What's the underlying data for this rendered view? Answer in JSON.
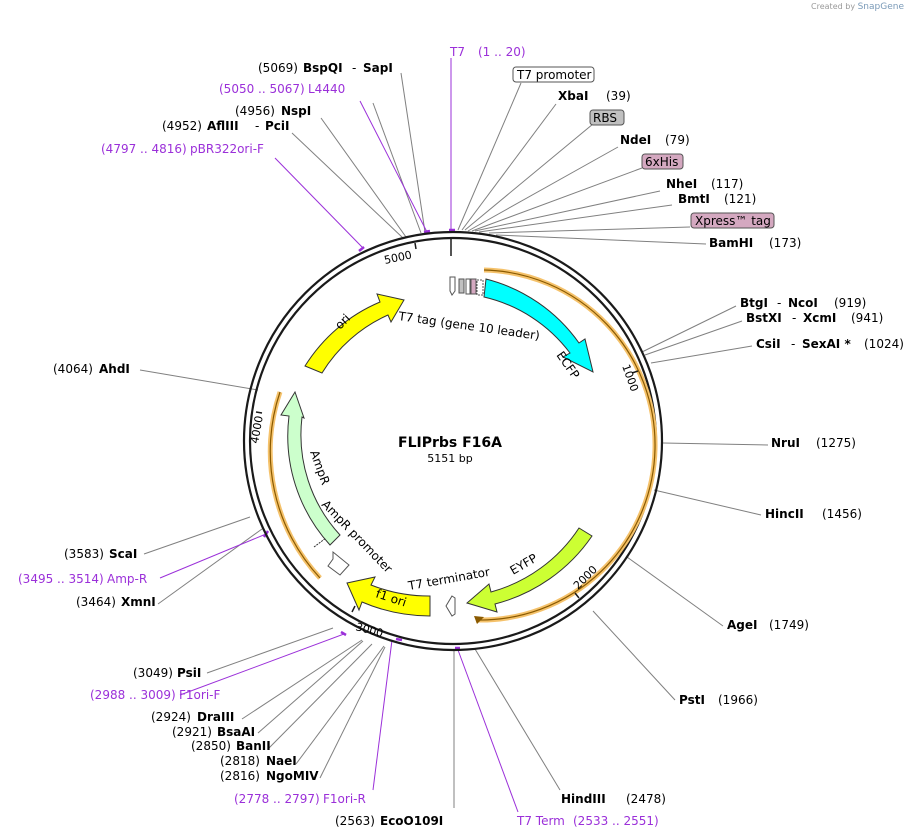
{
  "credit": {
    "prefix": "Created by",
    "brand": "SnapGene"
  },
  "plasmid": {
    "name": "FLIPrbs F16A",
    "length": "5151 bp"
  },
  "ruler": [
    "1000",
    "2000",
    "3000",
    "4000",
    "5000"
  ],
  "features": {
    "ecfp": "ECFP",
    "t7tag": "T7 tag (gene 10 leader)",
    "eyfp": "EYFP",
    "t7term": "T7 terminator",
    "f1ori": "f1 ori",
    "ampr_promoter": "AmpR promoter",
    "ampr": "AmpR",
    "ori": "ori"
  },
  "labels": {
    "bspqi": {
      "pos": "(5069)",
      "name1": "BspQI",
      "sep": "-",
      "name2": "SapI"
    },
    "l4440": {
      "range": "(5050 .. 5067)",
      "name": "L4440"
    },
    "t7": {
      "name": "T7",
      "range": "(1 .. 20)"
    },
    "t7promoter": {
      "name": "T7 promoter"
    },
    "xbai": {
      "name": "XbaI",
      "pos": "(39)"
    },
    "rbs": {
      "name": "RBS"
    },
    "ndei": {
      "name": "NdeI",
      "pos": "(79)"
    },
    "his6": {
      "name": "6xHis"
    },
    "nhei": {
      "name": "NheI",
      "pos": "(117)"
    },
    "bmti": {
      "name": "BmtI",
      "pos": "(121)"
    },
    "xpress": {
      "name": "Xpress™ tag"
    },
    "bamhi": {
      "name": "BamHI",
      "pos": "(173)"
    },
    "nspi": {
      "pos": "(4956)",
      "name": "NspI"
    },
    "afliii": {
      "pos": "(4952)",
      "name1": "AflIII",
      "sep": "-",
      "name2": "PciI"
    },
    "pbr322": {
      "range": "(4797 .. 4816)",
      "name": "pBR322ori-F"
    },
    "btgi": {
      "name1": "BtgI",
      "sep": "-",
      "name2": "NcoI",
      "pos": "(919)"
    },
    "bstxi": {
      "name1": "BstXI",
      "sep": "-",
      "name2": "XcmI",
      "pos": "(941)"
    },
    "csii": {
      "name1": "CsiI",
      "sep": "-",
      "name2": "SexAI *",
      "pos": "(1024)"
    },
    "ahdi": {
      "pos": "(4064)",
      "name": "AhdI"
    },
    "nrui": {
      "name": "NruI",
      "pos": "(1275)"
    },
    "hincii": {
      "name": "HincII",
      "pos": "(1456)"
    },
    "scai": {
      "pos": "(3583)",
      "name": "ScaI"
    },
    "ampr_f": {
      "range": "(3495 .. 3514)",
      "name": "Amp-R"
    },
    "xmni": {
      "pos": "(3464)",
      "name": "XmnI"
    },
    "agei": {
      "name": "AgeI",
      "pos": "(1749)"
    },
    "psti_r": {
      "name": "PstI",
      "pos": "(1966)"
    },
    "psti_l": {
      "pos": "(3049)",
      "name": "PsiI"
    },
    "f1ori_f": {
      "range": "(2988 .. 3009)",
      "name": "F1ori-F"
    },
    "draiii": {
      "pos": "(2924)",
      "name": "DraIII"
    },
    "bsaai": {
      "pos": "(2921)",
      "name": "BsaAI"
    },
    "banii": {
      "pos": "(2850)",
      "name": "BanII"
    },
    "naei": {
      "pos": "(2818)",
      "name": "NaeI"
    },
    "ngomiv": {
      "pos": "(2816)",
      "name": "NgoMIV"
    },
    "f1ori_r": {
      "range": "(2778 .. 2797)",
      "name": "F1ori-R"
    },
    "ecoo109i": {
      "pos": "(2563)",
      "name": "EcoO109I"
    },
    "hindiii": {
      "name": "HindIII",
      "pos": "(2478)"
    },
    "t7term": {
      "name": "T7 Term",
      "range": "(2533 .. 2551)"
    }
  },
  "colors": {
    "ecfp": "#00ffff",
    "eyfp": "#ccff33",
    "ori": "#ffff00",
    "f1ori": "#ffff00",
    "ampr": "#ccffcc",
    "cds_highlight": "#f5c26b",
    "primer": "#9b30d9",
    "rbs": "#c0c0c0",
    "tag": "#d4a8c0"
  }
}
